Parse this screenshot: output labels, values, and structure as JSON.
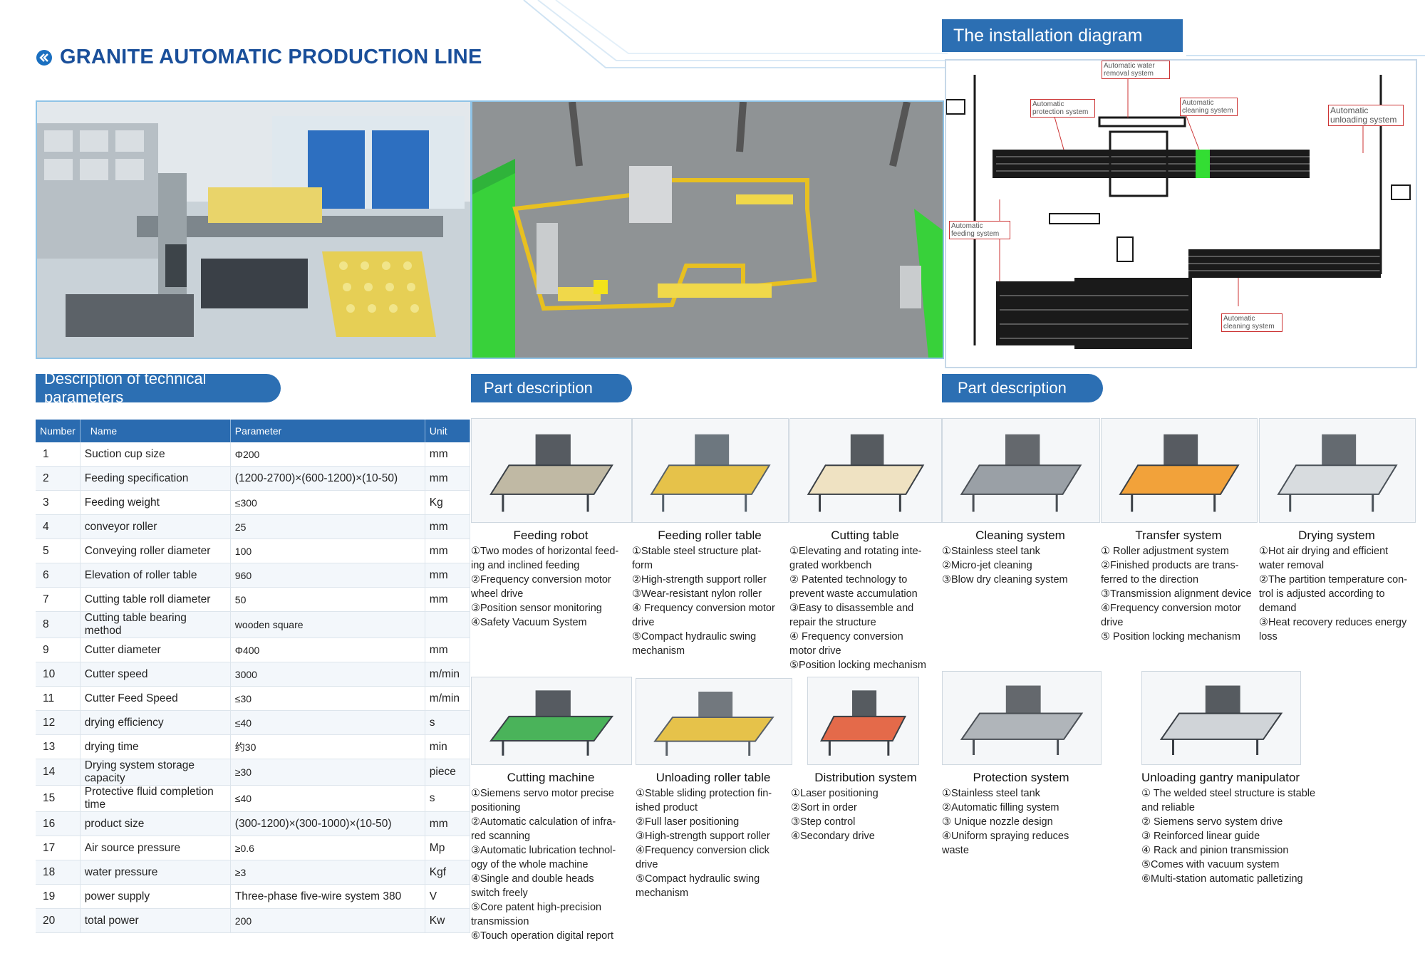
{
  "header": {
    "title": "GRANITE AUTOMATIC PRODUCTION LINE",
    "installation_title": "The installation diagram"
  },
  "colors": {
    "brand_blue": "#1a4f9a",
    "banner_blue": "#2c6fb3",
    "accent_green": "#22cc33",
    "accent_yellow": "#e8c020"
  },
  "sections": {
    "params_title": "Description of technical parameters",
    "part_title_1": "Part description",
    "part_title_2": "Part description"
  },
  "diagram_labels": {
    "water_removal": "Automatic water removal system",
    "protection": "Automatic protection system",
    "cleaning_top": "Automatic cleaning system",
    "unloading": "Automatic unloading system",
    "feeding": "Automatic feeding system",
    "cleaning_bottom": "Automatic cleaning system"
  },
  "params": {
    "headers": [
      "Number",
      "Name",
      "Parameter",
      "Unit"
    ],
    "rows": [
      [
        "1",
        "Suction cup size",
        "Φ200",
        "mm"
      ],
      [
        "2",
        "Feeding specification",
        "(1200-2700)×(600-1200)×(10-50)",
        "mm"
      ],
      [
        "3",
        "Feeding weight",
        "≤300",
        "Kg"
      ],
      [
        "4",
        "conveyor roller",
        "25",
        "mm"
      ],
      [
        "5",
        "Conveying roller diameter",
        "100",
        "mm"
      ],
      [
        "6",
        "Elevation of roller table",
        "960",
        "mm"
      ],
      [
        "7",
        "Cutting table roll diameter",
        "50",
        "mm"
      ],
      [
        "8",
        "Cutting table bearing method",
        "wooden square",
        ""
      ],
      [
        "9",
        "Cutter diameter",
        "Φ400",
        "mm"
      ],
      [
        "10",
        "Cutter speed",
        "3000",
        "m/min"
      ],
      [
        "11",
        "Cutter Feed Speed",
        "≤30",
        "m/min"
      ],
      [
        "12",
        "drying efficiency",
        "≤40",
        "s"
      ],
      [
        "13",
        "drying time",
        "约30",
        "min"
      ],
      [
        "14",
        "Drying system storage capacity",
        "≥30",
        "piece"
      ],
      [
        "15",
        "Protective fluid completion time",
        "≤40",
        "s"
      ],
      [
        "16",
        "product size",
        "(300-1200)×(300-1000)×(10-50)",
        "mm"
      ],
      [
        "17",
        "Air source pressure",
        "≥0.6",
        "Mp"
      ],
      [
        "18",
        "water pressure",
        "≥3",
        "Kgf"
      ],
      [
        "19",
        "power supply",
        "Three-phase five-wire system 380",
        "V"
      ],
      [
        "20",
        "total power",
        "200",
        "Kw"
      ]
    ]
  },
  "parts": [
    {
      "name": "Feeding robot",
      "features": [
        "①Two modes of horizontal feed-",
        "ing and inclined feeding",
        "②Frequency conversion motor",
        "wheel drive",
        "③Position sensor monitoring",
        "④Safety Vacuum System"
      ]
    },
    {
      "name": "Feeding roller table",
      "features": [
        "①Stable steel structure plat-",
        "form",
        "②High-strength support roller",
        "③Wear-resistant nylon roller",
        "④ Frequency conversion motor",
        "drive",
        "⑤Compact hydraulic swing",
        "mechanism"
      ]
    },
    {
      "name": "Cutting table",
      "features": [
        "①Elevating and rotating inte-",
        "grated workbench",
        "② Patented technology to",
        "prevent waste accumulation",
        "③Easy to disassemble and",
        "repair the structure",
        "④ Frequency conversion",
        "motor drive",
        "⑤Position locking mechanism"
      ]
    },
    {
      "name": "Cleaning system",
      "features": [
        "①Stainless steel tank",
        "②Micro-jet cleaning",
        "③Blow dry cleaning system"
      ]
    },
    {
      "name": "Transfer system",
      "features": [
        "① Roller adjustment system",
        "②Finished products are trans-",
        "ferred to the direction",
        "③Transmission alignment device",
        "④Frequency conversion motor",
        "drive",
        "⑤ Position locking mechanism"
      ]
    },
    {
      "name": "Drying system",
      "features": [
        "①Hot air drying and efficient",
        "water removal",
        "②The partition temperature con-",
        "trol is adjusted according to",
        "demand",
        "③Heat recovery reduces energy",
        "loss"
      ]
    },
    {
      "name": "Cutting machine",
      "features": [
        "①Siemens servo motor precise",
        "positioning",
        "②Automatic calculation of infra-",
        "red scanning",
        "③Automatic lubrication technol-",
        "ogy of the whole machine",
        "④Single and double heads",
        "switch freely",
        "⑤Core patent high-precision",
        "transmission",
        "⑥Touch operation digital report"
      ]
    },
    {
      "name": "Unloading roller table",
      "features": [
        "①Stable sliding protection fin-",
        "ished product",
        "②Full laser positioning",
        "③High-strength support roller",
        "④Frequency conversion click",
        "drive",
        "⑤Compact hydraulic swing",
        "mechanism"
      ]
    },
    {
      "name": "Distribution system",
      "features": [
        "①Laser positioning",
        "②Sort in order",
        "③Step control",
        "④Secondary drive"
      ]
    },
    {
      "name": "Protection system",
      "features": [
        "①Stainless steel tank",
        "②Automatic filling system",
        "③ Unique nozzle design",
        "④Uniform spraying reduces",
        "waste"
      ]
    },
    {
      "name": "Unloading gantry manipulator",
      "features": [
        "① The welded steel structure is stable",
        "and reliable",
        "② Siemens servo system drive",
        "③ Reinforced linear guide",
        "④ Rack and pinion  transmission",
        "⑤Comes with vacuum system",
        "⑥Multi-station automatic palletizing"
      ]
    }
  ]
}
